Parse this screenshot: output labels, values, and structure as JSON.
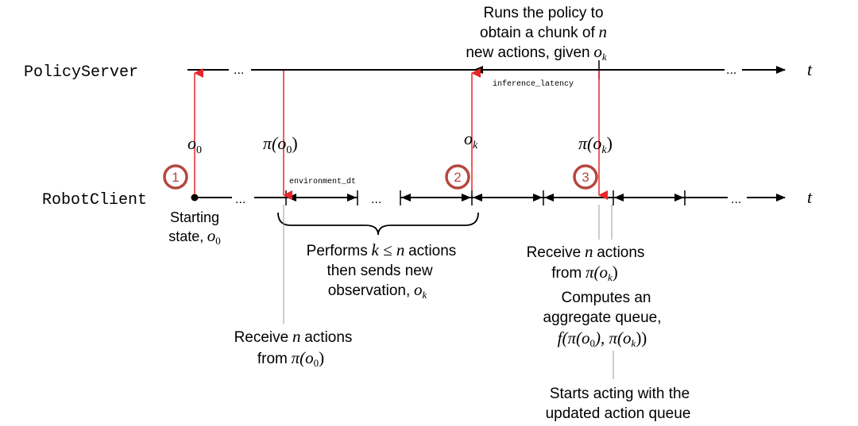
{
  "lanes": {
    "server": "PolicyServer",
    "client": "RobotClient",
    "time_symbol": "t"
  },
  "ellipsis": "...",
  "timeline_labels": {
    "inference_latency": "inference_latency",
    "environment_dt": "environment_dt"
  },
  "messages": {
    "o0": "o",
    "o0_sub": "0",
    "pi_o0": "π(o",
    "pi_o0_sub": "0",
    "ok": "o",
    "ok_sub": "k",
    "pi_ok": "π(o",
    "pi_ok_sub": "k"
  },
  "steps": [
    "1",
    "2",
    "3"
  ],
  "annotations": {
    "runs_policy": {
      "line1": "Runs the policy to",
      "line2": "obtain a chunk of",
      "line2_var": "n",
      "line3": "new actions, given",
      "line3_var": "o",
      "line3_sub": "k"
    },
    "starting_state": {
      "line1": "Starting",
      "line2": "state,",
      "var": "o",
      "sub": "0"
    },
    "performs": {
      "line1_pre": "Performs",
      "line1_math": "k ≤ n",
      "line1_post": "actions",
      "line2": "then sends new",
      "line3": "observation,",
      "var": "o",
      "sub": "k"
    },
    "receive_0": {
      "line1_pre": "Receive",
      "line1_var": "n",
      "line1_post": "actions",
      "line2_pre": "from",
      "math": "π(o",
      "sub": "0"
    },
    "receive_k": {
      "line1_pre": "Receive",
      "line1_var": "n",
      "line1_post": "actions",
      "line2_pre": "from",
      "math": "π(o",
      "sub": "k"
    },
    "aggregate": {
      "line1": "Computes an",
      "line2": "aggregate queue,",
      "math": "f(π(o",
      "sub1": "0",
      "mid": "), π(o",
      "sub2": "k",
      "end": "))"
    },
    "starts_acting": {
      "line1": "Starts acting with the",
      "line2": "updated action queue"
    }
  },
  "colors": {
    "red": "#e8262a",
    "step_circle": "#b5473f",
    "line": "#000000",
    "gray": "#999999"
  }
}
